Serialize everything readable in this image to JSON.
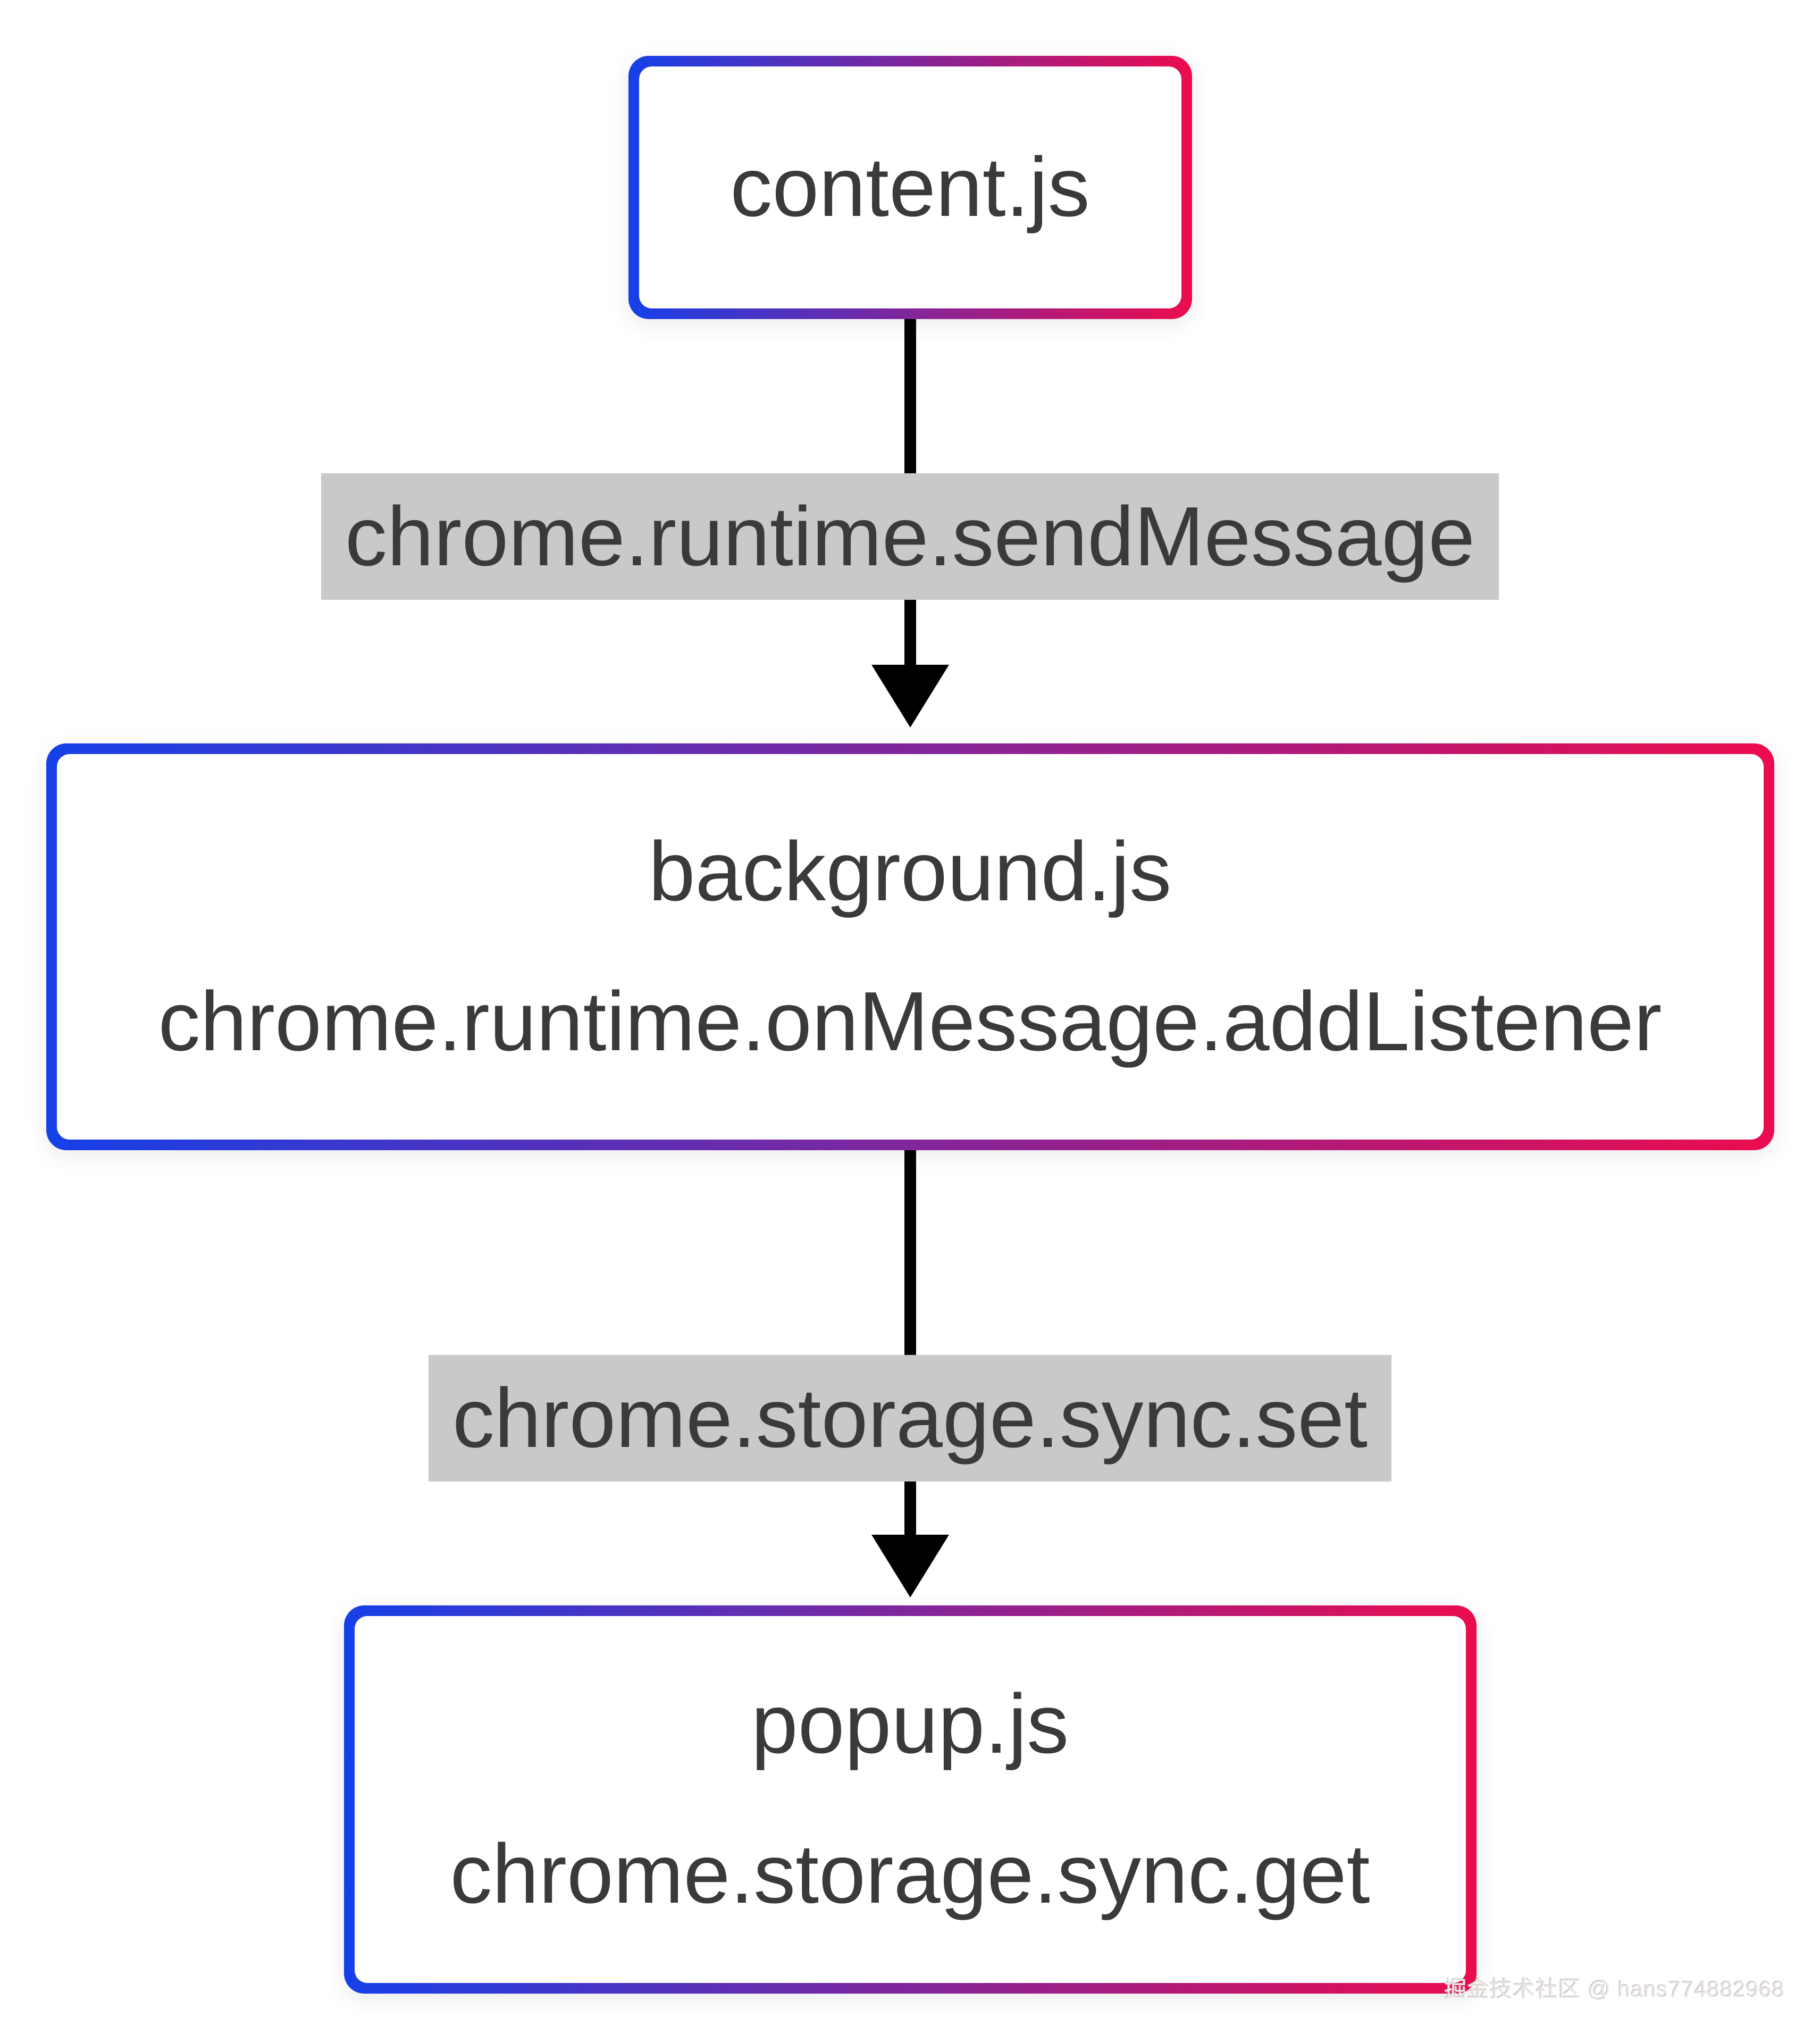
{
  "diagram": {
    "nodes": [
      {
        "id": "content-js",
        "lines": [
          "content.js"
        ]
      },
      {
        "id": "background-js",
        "lines": [
          "background.js",
          "chrome.runtime.onMessage.addListener"
        ]
      },
      {
        "id": "popup-js",
        "lines": [
          "popup.js",
          "chrome.storage.sync.get"
        ]
      }
    ],
    "edges": [
      {
        "label": "chrome.runtime.sendMessage"
      },
      {
        "label": "chrome.storage.sync.set"
      }
    ],
    "colors": {
      "gradient_start": "#1540e8",
      "gradient_end": "#ec0c4e",
      "label_bg": "#c9c9c9",
      "text": "#3a3a3a",
      "arrow": "#000000"
    },
    "watermark": "掘金技术社区 @ hans774882968"
  }
}
